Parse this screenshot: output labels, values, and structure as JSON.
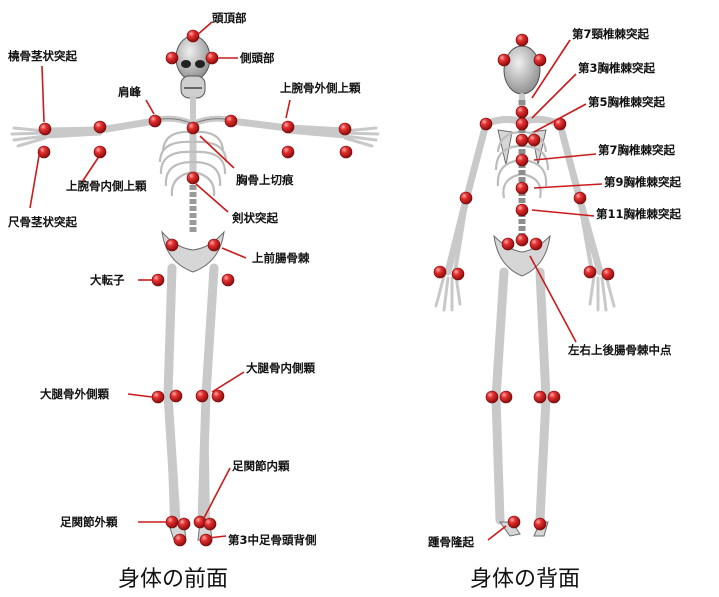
{
  "front": {
    "caption": "身体の前面",
    "labels": {
      "tositobu": "頭頂部",
      "sokutobu": "側頭部",
      "kenpou": "肩峰",
      "toukotsu_keijo": "橈骨茎状突起",
      "jouwan_gaisoku": "上腕骨外側上顆",
      "jouwan_naisoku": "上腕骨内側上顆",
      "kyoukotsu_jousetsu": "胸骨上切痕",
      "shakkotsu_keijo": "尺骨茎状突起",
      "kenjo": "剣状突起",
      "jouzen_chokotsu": "上前腸骨棘",
      "daitenshi": "大転子",
      "daitai_naisoku": "大腿骨内側顆",
      "daitai_gaisoku": "大腿骨外側顆",
      "sokkansetsu_nai": "足関節内顆",
      "sokkansetsu_gai": "足関節外顆",
      "dai3_chusoku": "第3中足骨頭背側"
    }
  },
  "back": {
    "caption": "身体の背面",
    "labels": {
      "c7": "第7頸椎棘突起",
      "t3": "第3胸椎棘突起",
      "t5": "第5胸椎棘突起",
      "t7": "第7胸椎棘突起",
      "t9": "第9胸椎棘突起",
      "t11": "第11胸椎棘突起",
      "psis": "左右上後腸骨棘中点",
      "shoukotsu": "踵骨隆起"
    }
  },
  "colors": {
    "marker": "#d42020",
    "arrow": "#cc1a1a",
    "bone": "#d6d6d6"
  }
}
